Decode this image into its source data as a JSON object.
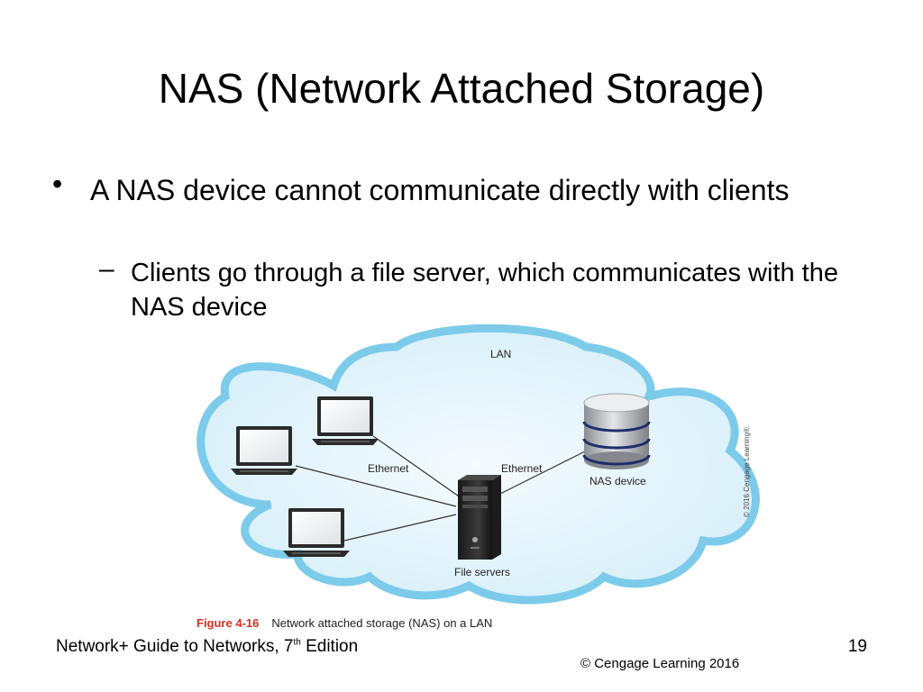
{
  "slide": {
    "title": "NAS (Network Attached Storage)",
    "bullet_symbol": "•",
    "bullet_text": "A NAS device cannot communicate directly with clients",
    "sub_symbol": "–",
    "sub_text": "Clients go through a file server, which communicates with the NAS device"
  },
  "diagram": {
    "lan_label": "LAN",
    "ethernet_left": "Ethernet",
    "ethernet_right": "Ethernet",
    "nas_label": "NAS device",
    "server_label": "File servers",
    "credit": "© 2016 Cengage Learning®.",
    "caption_fig": "Figure 4-16",
    "caption_text": "Network attached storage (NAS) on a LAN",
    "colors": {
      "cloud_fill": "#e6f4fb",
      "cloud_edge": "#7ccbea",
      "caption_red": "#d6301f"
    }
  },
  "footer": {
    "book": "Network+ Guide to Networks, 7",
    "sup": "th",
    "edition": " Edition",
    "page": "19",
    "copyright": "© Cengage Learning  2016"
  }
}
